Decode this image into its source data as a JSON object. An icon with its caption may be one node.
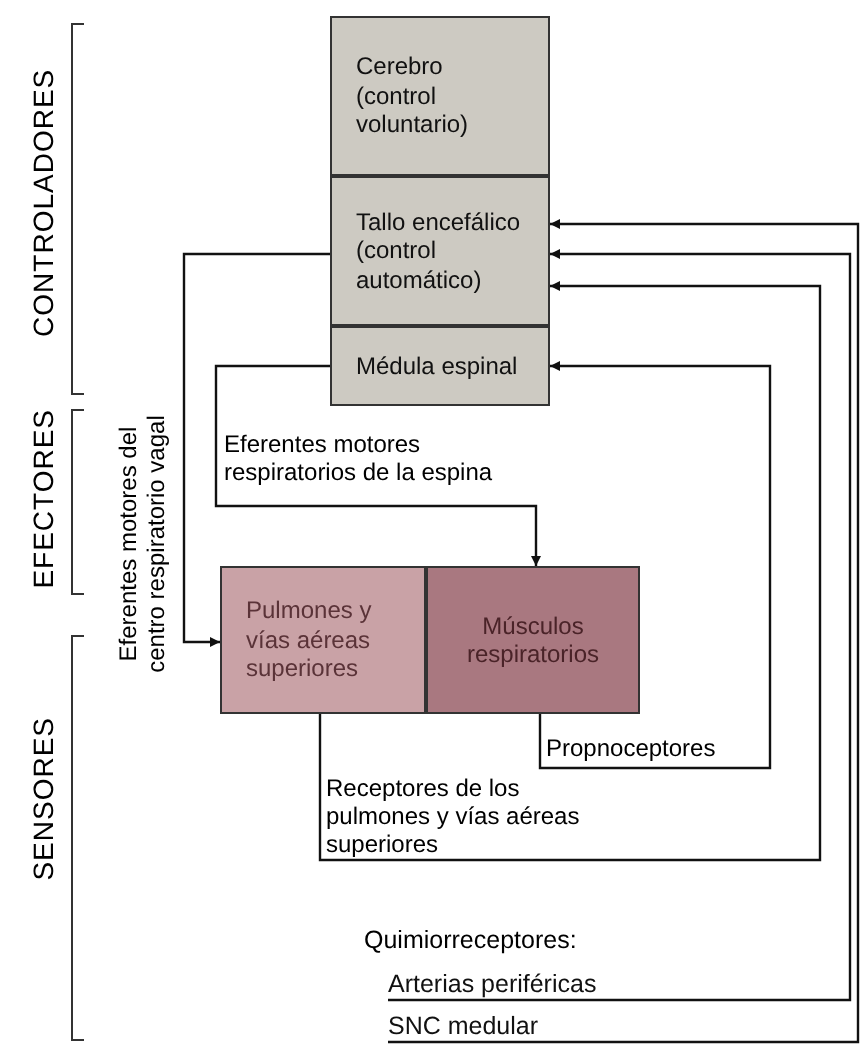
{
  "diagram": {
    "nodes": [
      {
        "text": [
          "Cerebro (control voluntario)"
        ]
      },
      {
        "text": [
          "Tallo encefálico (control automático)"
        ]
      },
      {
        "text": [
          "Médula espinal"
        ]
      },
      {
        "text": [
          "Pulmones y vías aéreas superiores"
        ]
      },
      {
        "text": [
          "Músculos respiratorios"
        ]
      },
      {
        "text": [
          "Arterias periféricas"
        ]
      },
      {
        "text": [
          "SNC medular"
        ]
      }
    ],
    "edges": [
      {
        "from": 1,
        "to": 3,
        "arrow": "to",
        "label": "Eferentes motores del centro respiratorio vagal"
      },
      {
        "from": 2,
        "to": 4,
        "arrow": "to",
        "label": "Eferentes motores respiratorios de la espina"
      },
      {
        "from": 4,
        "to": 2,
        "arrow": "to",
        "label": "Propnoceptores"
      },
      {
        "from": 3,
        "to": 1,
        "arrow": "to",
        "label": "Receptores de los pulmones y vías aéreas superiores"
      },
      {
        "from": 5,
        "to": 1,
        "arrow": "to"
      },
      {
        "from": 6,
        "to": 1,
        "arrow": "to"
      }
    ],
    "labels": [
      "CONTROLADORES",
      "EFECTORES",
      "SENSORES",
      "Quimiorreceptores:"
    ]
  }
}
